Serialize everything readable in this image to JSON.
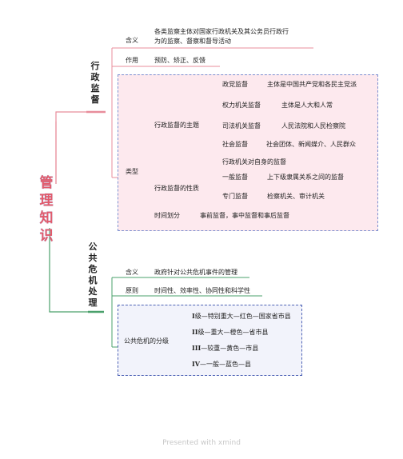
{
  "root": {
    "title": "管理知识"
  },
  "branch1": {
    "title": "行政监督",
    "items": [
      {
        "label": "含义",
        "desc_line1": "各类监察主体对国家行政机关及其公务员行政行",
        "desc_line2": "为的监察、督察和督导活动"
      },
      {
        "label": "作用",
        "desc": "预防、矫正、反馈"
      }
    ],
    "types": {
      "label": "类型",
      "subject": {
        "label": "行政监督的主题",
        "items": [
          {
            "name": "政党监督",
            "desc": "主体是中国共产党和各民主党派"
          },
          {
            "name": "权力机关监督",
            "desc": "主体是人大和人常"
          },
          {
            "name": "司法机关监督",
            "desc": "人民法院和人民检察院"
          },
          {
            "name": "社会监督",
            "desc": "社会团体、新闻媒介、人民群众"
          },
          {
            "name": "行政机关对自身的监督",
            "desc": ""
          }
        ]
      },
      "nature": {
        "label": "行政监督的性质",
        "items": [
          {
            "name": "一般监督",
            "desc": "上下级隶属关系之间的监督"
          },
          {
            "name": "专门监督",
            "desc": "检察机关、审计机关"
          }
        ]
      },
      "time": {
        "label": "时间划分",
        "desc": "事前监督，事中监督和事后监督"
      }
    }
  },
  "branch2": {
    "title": "公共危机处理",
    "items": [
      {
        "label": "含义",
        "desc": "政府针对公共危机事件的管理"
      },
      {
        "label": "原则",
        "desc": "时间性、效率性、协同性和科学性"
      }
    ],
    "levels": {
      "label": "公共危机的分级",
      "items": [
        {
          "roman": "I",
          "text": "级—特别重大—红色—国家省市县"
        },
        {
          "roman": "II",
          "text": "级—重大—橙色—省市县"
        },
        {
          "roman": "III",
          "text": "—较重—黄色—市县"
        },
        {
          "roman": "IV",
          "text": "—一般—蓝色—县"
        }
      ]
    }
  },
  "footer": {
    "text": "Presented with xmind"
  },
  "colors": {
    "root": "#e35a6b",
    "branch1_line": "#e88d9b",
    "branch2_line": "#4aa06b",
    "pink_box": "#fde9ee",
    "blue_box": "#f2f3fb"
  }
}
